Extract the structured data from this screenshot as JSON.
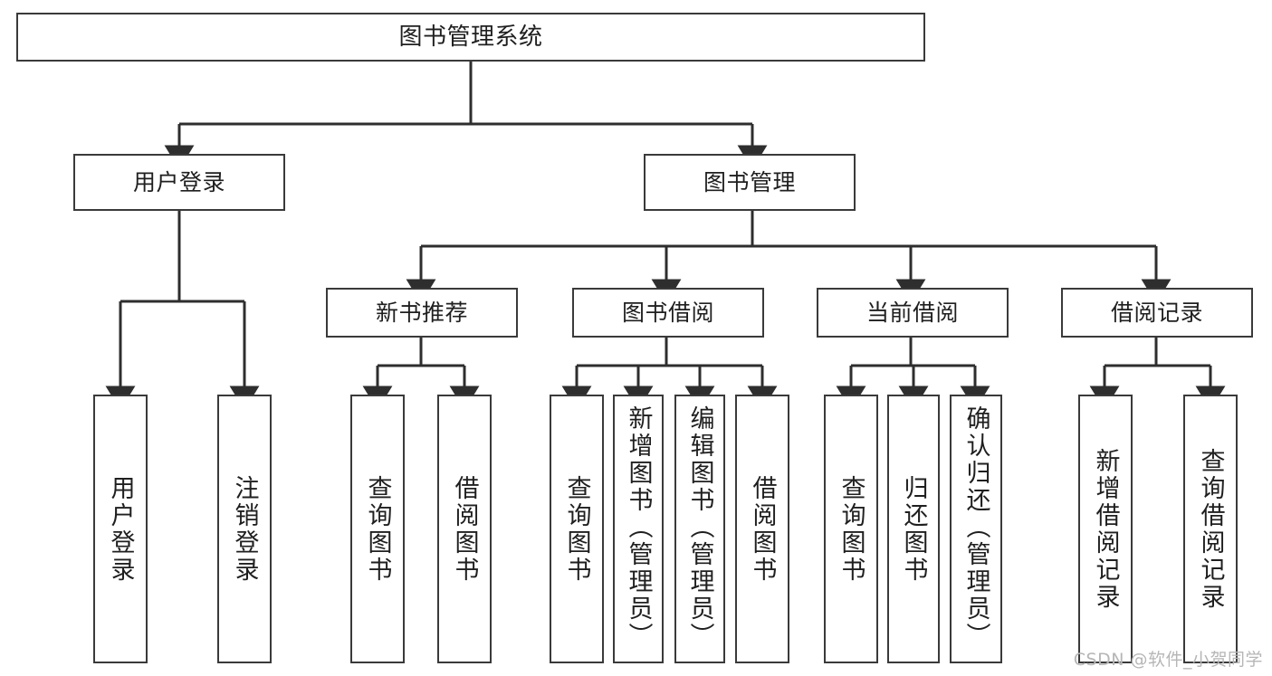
{
  "diagram": {
    "title": "图书管理系统",
    "watermark": "CSDN @软件_小贺同学",
    "stroke_color": "#3a3a3a",
    "text_color": "#1f1f1f",
    "background_color": "#ffffff",
    "watermark_color": "#b6b6b6",
    "levels": {
      "root": {
        "label": "图书管理系统"
      },
      "level2": [
        {
          "id": "user-login",
          "label": "用户登录"
        },
        {
          "id": "book-management",
          "label": "图书管理"
        }
      ],
      "level3": [
        {
          "id": "new-book-recommend",
          "label": "新书推荐"
        },
        {
          "id": "book-borrow",
          "label": "图书借阅"
        },
        {
          "id": "current-borrow",
          "label": "当前借阅"
        },
        {
          "id": "borrow-record",
          "label": "借阅记录"
        }
      ],
      "leaves": {
        "user-login": [
          {
            "id": "leaf-user-login",
            "label": "用户登录"
          },
          {
            "id": "leaf-logout",
            "label": "注销登录"
          }
        ],
        "new-book-recommend": [
          {
            "id": "leaf-query-book-1",
            "label": "查询图书"
          },
          {
            "id": "leaf-borrow-book-1",
            "label": "借阅图书"
          }
        ],
        "book-borrow": [
          {
            "id": "leaf-query-book-2",
            "label": "查询图书"
          },
          {
            "id": "leaf-add-book-admin",
            "label": "新增图书（管理员）"
          },
          {
            "id": "leaf-edit-book-admin",
            "label": "编辑图书（管理员）"
          },
          {
            "id": "leaf-borrow-book-2",
            "label": "借阅图书"
          }
        ],
        "current-borrow": [
          {
            "id": "leaf-query-book-3",
            "label": "查询图书"
          },
          {
            "id": "leaf-return-book",
            "label": "归还图书"
          },
          {
            "id": "leaf-confirm-return-admin",
            "label": "确认归还（管理员）"
          }
        ],
        "borrow-record": [
          {
            "id": "leaf-add-borrow-record",
            "label": "新增借阅记录"
          },
          {
            "id": "leaf-query-borrow-record",
            "label": "查询借阅记录"
          }
        ]
      }
    }
  }
}
